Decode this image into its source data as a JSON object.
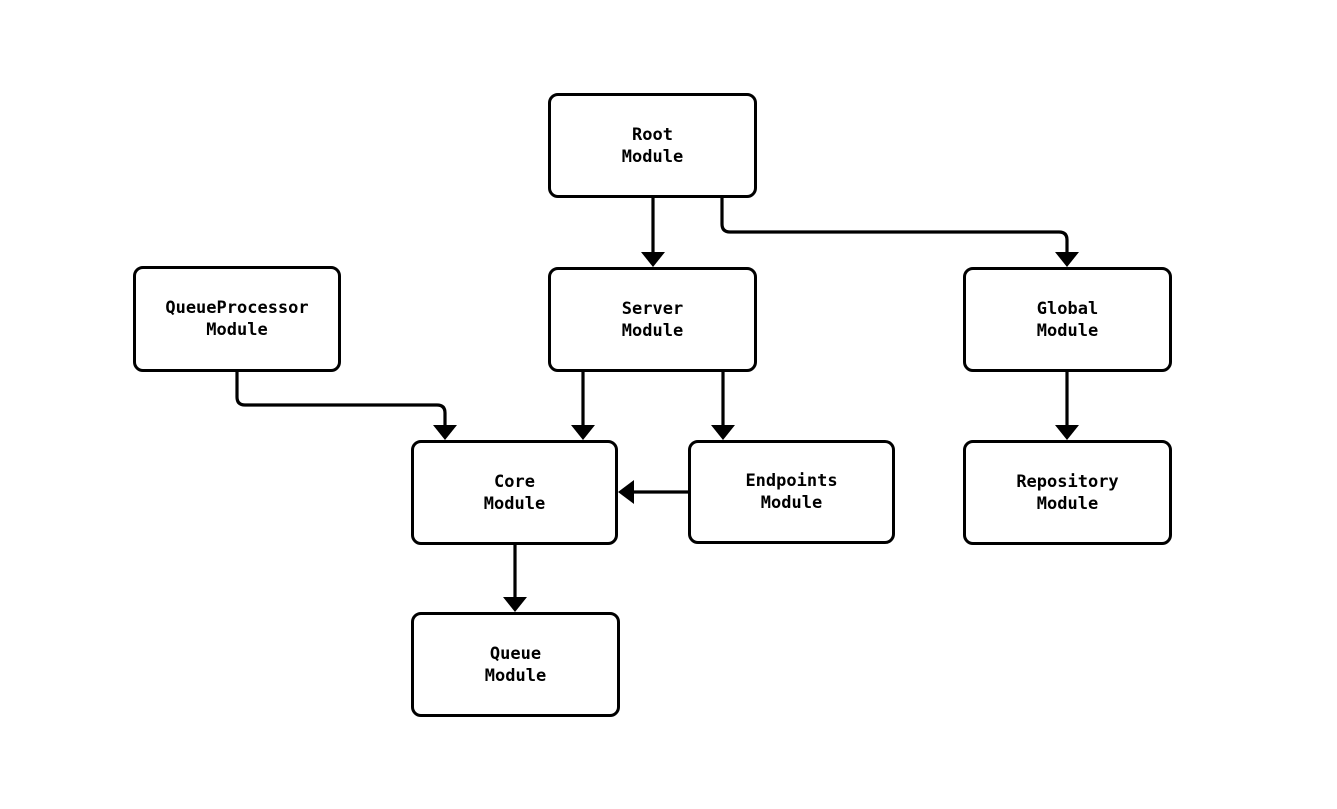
{
  "diagram": {
    "type": "flowchart",
    "background_color": "#ffffff",
    "line_color": "#000000",
    "text_color": "#000000",
    "nodes": [
      {
        "id": "root",
        "label": "Root\nModule"
      },
      {
        "id": "queueprocessor",
        "label": "QueueProcessor\nModule"
      },
      {
        "id": "server",
        "label": "Server\nModule"
      },
      {
        "id": "global",
        "label": "Global\nModule"
      },
      {
        "id": "core",
        "label": "Core\nModule"
      },
      {
        "id": "endpoints",
        "label": "Endpoints\nModule"
      },
      {
        "id": "repository",
        "label": "Repository\nModule"
      },
      {
        "id": "queue",
        "label": "Queue\nModule"
      }
    ],
    "edges": [
      {
        "from": "Root Module",
        "to": "Server Module"
      },
      {
        "from": "Root Module",
        "to": "Global Module"
      },
      {
        "from": "QueueProcessor Module",
        "to": "Core Module"
      },
      {
        "from": "Server Module",
        "to": "Core Module"
      },
      {
        "from": "Server Module",
        "to": "Endpoints Module"
      },
      {
        "from": "Endpoints Module",
        "to": "Core Module"
      },
      {
        "from": "Global Module",
        "to": "Repository Module"
      },
      {
        "from": "Core Module",
        "to": "Queue Module"
      }
    ]
  }
}
